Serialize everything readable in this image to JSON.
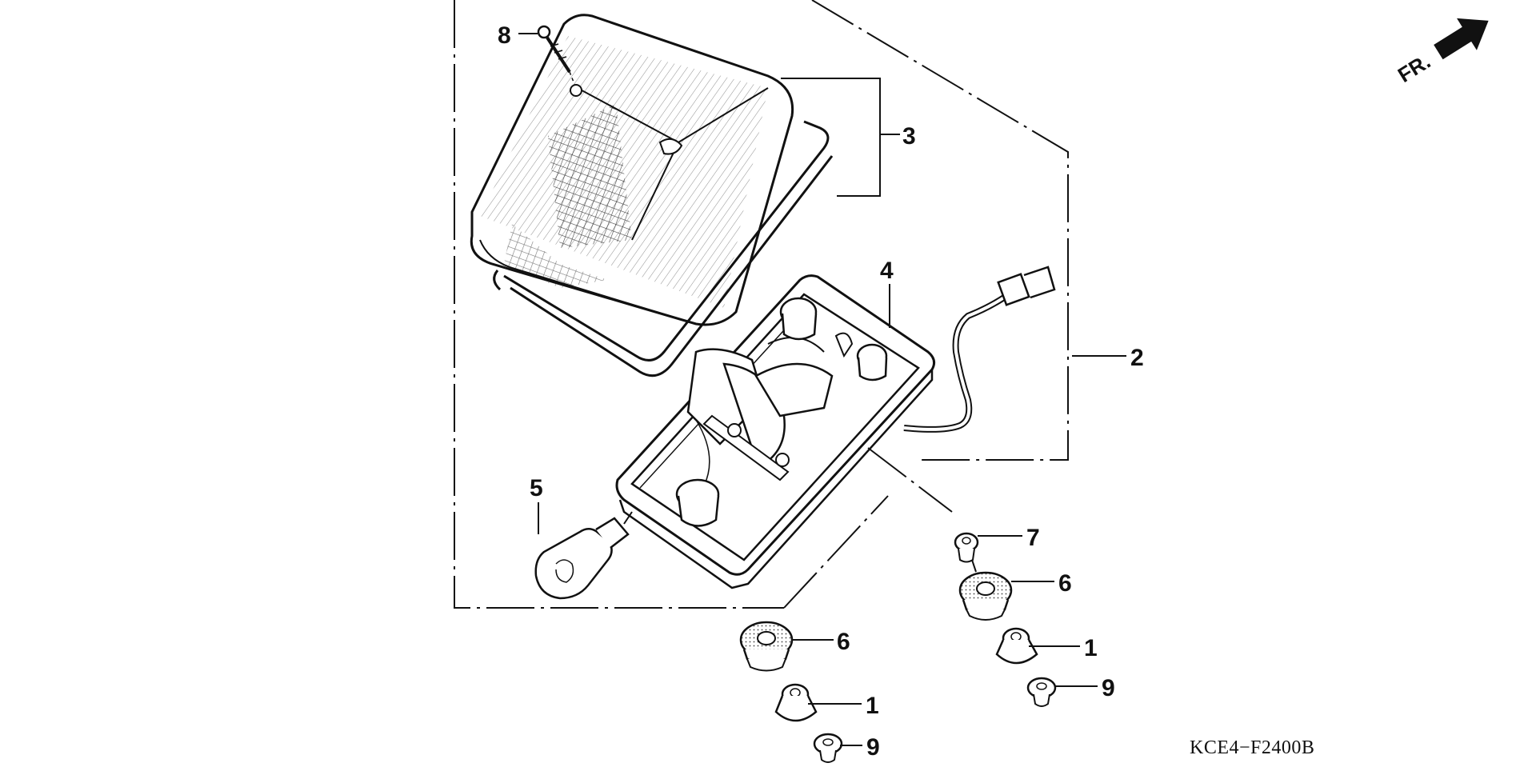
{
  "diagram": {
    "code": "KCE4−F2400B",
    "direction_label": "FR.",
    "callouts": [
      "8",
      "3",
      "2",
      "4",
      "5",
      "7",
      "6",
      "6",
      "1",
      "1",
      "9",
      "9"
    ],
    "parts": [
      "screw",
      "lens-and-gasket",
      "tail-light-housing",
      "bulb-socket-assembly",
      "bulb",
      "collar",
      "grommet",
      "grommet",
      "nut",
      "nut",
      "bolt",
      "bolt"
    ]
  }
}
